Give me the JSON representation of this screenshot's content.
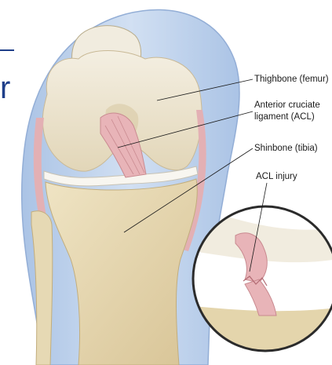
{
  "labels": {
    "thighbone": "Thighbone (femur)",
    "acl_line1": "Anterior cruciate",
    "acl_line2": "ligament (ACL)",
    "shinbone": "Shinbone (tibia)",
    "acl_injury": "ACL injury"
  },
  "edge_glyph": "r",
  "colors": {
    "soft_tissue": "#a9c4e8",
    "bone": "#efe8d6",
    "bone_shadow": "#d9caa5",
    "ligament": "#e8b4b8",
    "ligament_dark": "#c98a90",
    "accent_blue": "#1f3f8a"
  }
}
